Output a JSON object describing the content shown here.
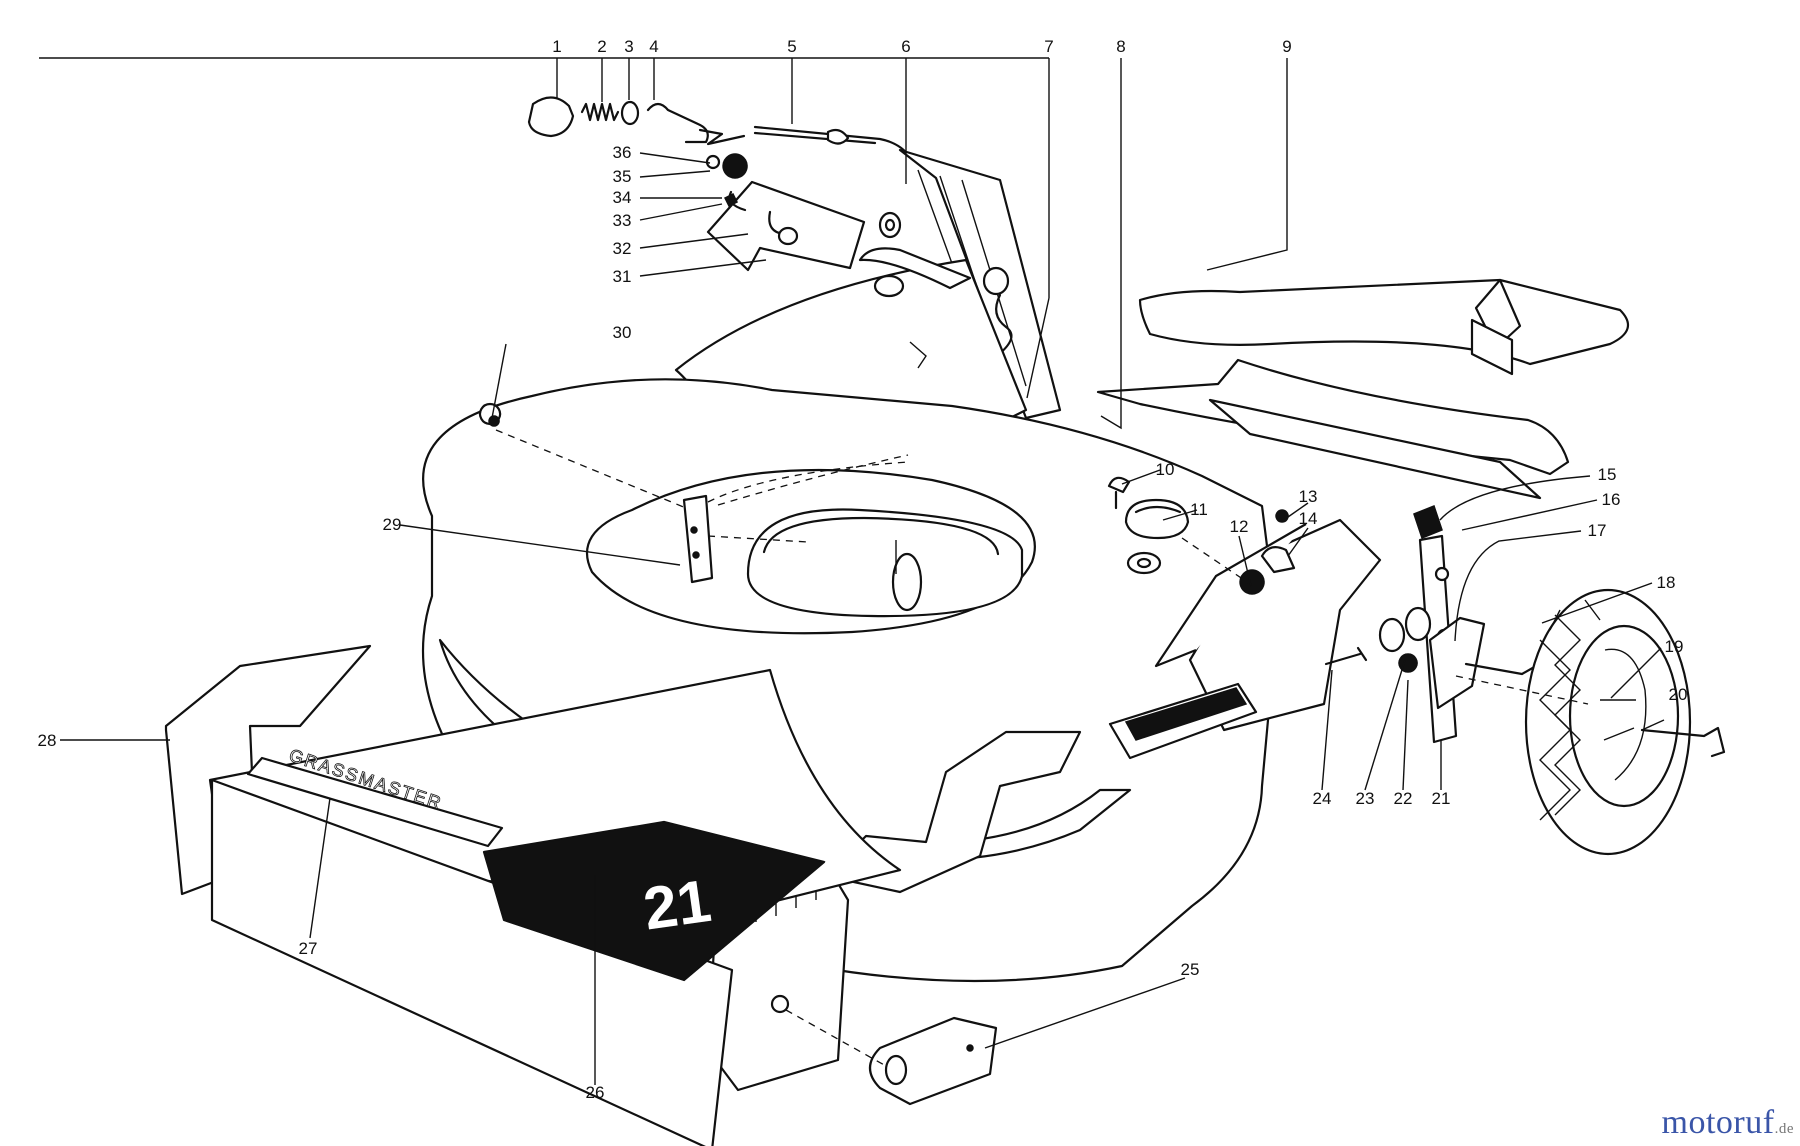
{
  "brand_decal": "GRASSMASTER",
  "size_decal": "21",
  "watermark": {
    "name": "motoruf",
    "tld": ".de",
    "color_main": "#3a55a8",
    "color_dot": "#d23a2a"
  },
  "callouts": [
    "1",
    "2",
    "3",
    "4",
    "5",
    "6",
    "7",
    "8",
    "9",
    "10",
    "11",
    "12",
    "13",
    "14",
    "15",
    "16",
    "17",
    "18",
    "19",
    "20",
    "21",
    "22",
    "23",
    "24",
    "25",
    "26",
    "27",
    "28",
    "29",
    "30",
    "31",
    "32",
    "33",
    "34",
    "35",
    "36"
  ]
}
